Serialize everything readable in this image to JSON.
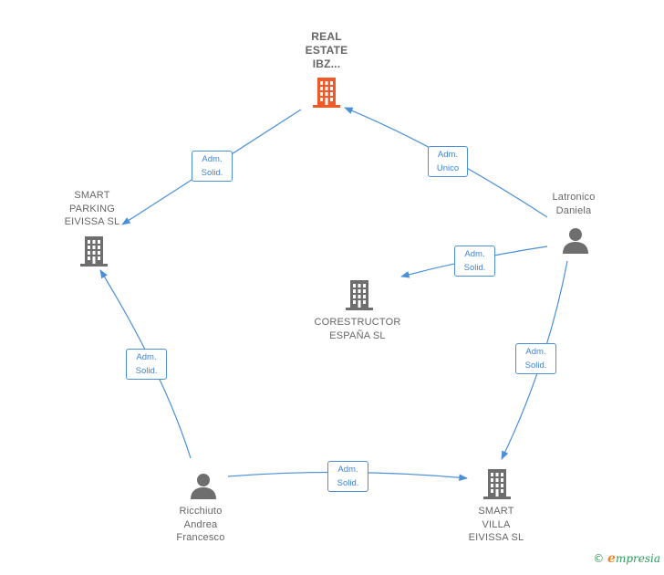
{
  "nodes": {
    "real_estate": {
      "label": "REAL\nESTATE\nIBZ..."
    },
    "smart_parking": {
      "label": "SMART\nPARKING\nEIVISSA  SL"
    },
    "corestructor": {
      "label": "CORESTRUCTOR\nESPAÑA  SL"
    },
    "latronico": {
      "label": "Latronico\nDaniela"
    },
    "ricchiuto": {
      "label": "Ricchiuto\nAndrea\nFrancesco"
    },
    "smart_villa": {
      "label": "SMART\nVILLA\nEIVISSA  SL"
    }
  },
  "edges": {
    "e1": {
      "label": "Adm.\nSolid."
    },
    "e2": {
      "label": "Adm.\nUnico"
    },
    "e3": {
      "label": "Adm.\nSolid."
    },
    "e4": {
      "label": "Adm.\nSolid."
    },
    "e5": {
      "label": "Adm.\nSolid."
    },
    "e6": {
      "label": "Adm.\nSolid."
    }
  },
  "colors": {
    "edge": "#4a8fd8",
    "company": "#6e6e6e",
    "company_highlight": "#f05a28",
    "person": "#6e6e6e"
  },
  "icons": {
    "company": "building-icon",
    "person": "person-icon"
  },
  "footer": {
    "copyright": "©",
    "brand_initial": "e",
    "brand_rest": "mpresia"
  }
}
